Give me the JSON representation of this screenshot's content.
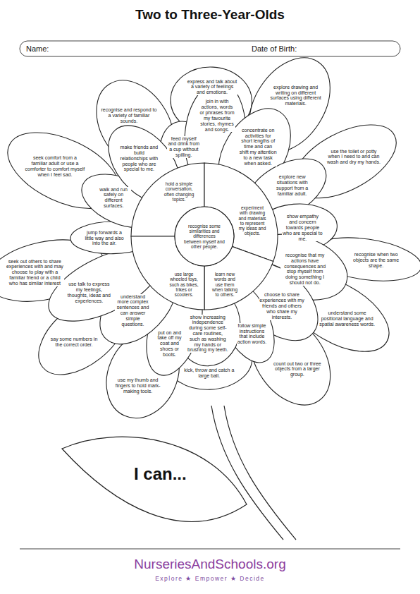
{
  "diagram": {
    "title": "Two to Three-Year-Olds",
    "nodes": [
      {
        "text": [
          "express and talk about a variety of feelings and emotions."
        ]
      },
      {
        "text": [
          "explore drawing and writing on different surfaces using different materials."
        ]
      },
      {
        "text": [
          "use the toilet or potty when I need to and can wash and dry my hands."
        ]
      },
      {
        "text": [
          "recognise when two objects are the same shape."
        ]
      },
      {
        "text": [
          "understand some positional language and spatial awareness words."
        ]
      },
      {
        "text": [
          "count out two or three objects from a larger group."
        ]
      },
      {
        "text": [
          "kick, throw and catch a large ball."
        ]
      },
      {
        "text": [
          "use my thumb and fingers to hold mark-making tools."
        ]
      },
      {
        "text": [
          "say some numbers in the correct order."
        ]
      },
      {
        "text": [
          "seek out others to share experiences with and may choose to play with a familiar friend or a child who has similar interest"
        ]
      },
      {
        "text": [
          "seek comfort from a familiar adult or use a comforter to comfort myself when I feel sad."
        ]
      },
      {
        "text": [
          "recognise and respond to a variety of familiar sounds."
        ]
      },
      {
        "text": [
          "feed myself and drink from a cup without spilling."
        ]
      },
      {
        "text": [
          "join in with actions, words or phrases from my favourite stories, rhymes and songs."
        ]
      },
      {
        "text": [
          "concentrate on activities for short lengths of time and can shift my attention to a new task when asked."
        ]
      },
      {
        "text": [
          "explore new situations with support from a familiar adult."
        ]
      },
      {
        "text": [
          "show empathy and concern towards people who are special to me."
        ]
      },
      {
        "text": [
          "recognise that my actions have consequences and stop myself from doing something I should not do."
        ]
      },
      {
        "text": [
          "choose to share experiences with my friends and others who share my interests."
        ]
      },
      {
        "text": [
          "follow simple instructions that include action words."
        ]
      },
      {
        "text": [
          "show increasing independence during some self-care routines, such as washing my hands or brushing my teeth."
        ]
      },
      {
        "text": [
          "put on and take off my coat and shoes or boots."
        ]
      },
      {
        "text": [
          "understand more complex sentences and can answer simple questions."
        ]
      },
      {
        "text": [
          "use talk to express my feelings, thoughts, ideas and experiences."
        ]
      },
      {
        "text": [
          "jump forwards a little way and also into the air."
        ]
      },
      {
        "text": [
          "walk and run safely on different surfaces."
        ]
      },
      {
        "text": [
          "make friends and build relationships with people who are special to me."
        ]
      },
      {
        "text": [
          "hold a simple conversation, often changing topics."
        ]
      },
      {
        "text": [
          "experiment with drawing and materials to represent my ideas and objects."
        ]
      },
      {
        "text": [
          "learn new words and use them when talking to others."
        ]
      },
      {
        "text": [
          "use large wheeled toys, such as bikes, trikes or scooters."
        ]
      },
      {
        "text": [
          "recognise some similarities and differences between myself and other people."
        ]
      }
    ],
    "labels": [
      "Name:",
      "Date of Birth:",
      "I can...",
      "NurseriesAndSchools.org",
      "Explore ★ Empower ★ Decide"
    ]
  }
}
